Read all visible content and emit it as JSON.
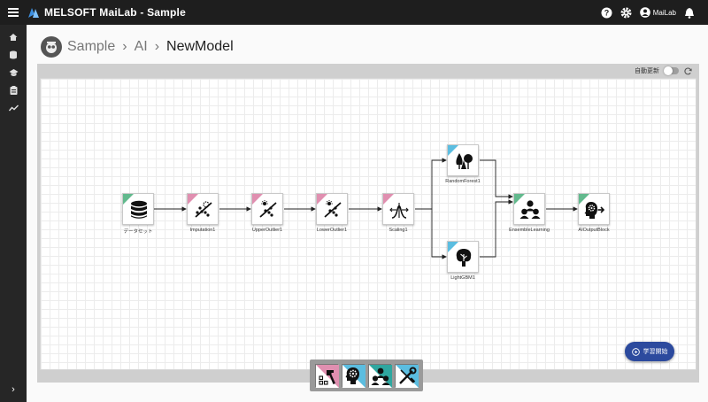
{
  "app": {
    "title": "MELSOFT MaiLab - Sample",
    "user_label": "MaiLab"
  },
  "breadcrumb": {
    "items": [
      "Sample",
      "AI",
      "NewModel"
    ],
    "separator": "›"
  },
  "canvas": {
    "auto_update_label": "自動更新",
    "auto_update_on": false
  },
  "nodes": [
    {
      "label": "データセット",
      "category": "green",
      "icon": "database-icon"
    },
    {
      "label": "Imputation1",
      "category": "pink",
      "icon": "imputation-icon"
    },
    {
      "label": "UpperOutlier1",
      "category": "pink",
      "icon": "outlier-icon"
    },
    {
      "label": "LowerOutlier1",
      "category": "pink",
      "icon": "outlier-icon"
    },
    {
      "label": "Scaling1",
      "category": "pink",
      "icon": "scaling-icon"
    },
    {
      "label": "RandomForest1",
      "category": "blue",
      "icon": "forest-icon"
    },
    {
      "label": "LightGBM1",
      "category": "blue",
      "icon": "tree-icon"
    },
    {
      "label": "EnsembleLearning",
      "category": "green",
      "icon": "ensemble-icon"
    },
    {
      "label": "AIOutputBlock",
      "category": "green",
      "icon": "output-icon"
    }
  ],
  "start_button": {
    "label": "学習開始"
  },
  "colors": {
    "pink": "#e08fb0",
    "blue": "#5bbde0",
    "green": "#62b98d",
    "primary": "#2c4a9e"
  }
}
